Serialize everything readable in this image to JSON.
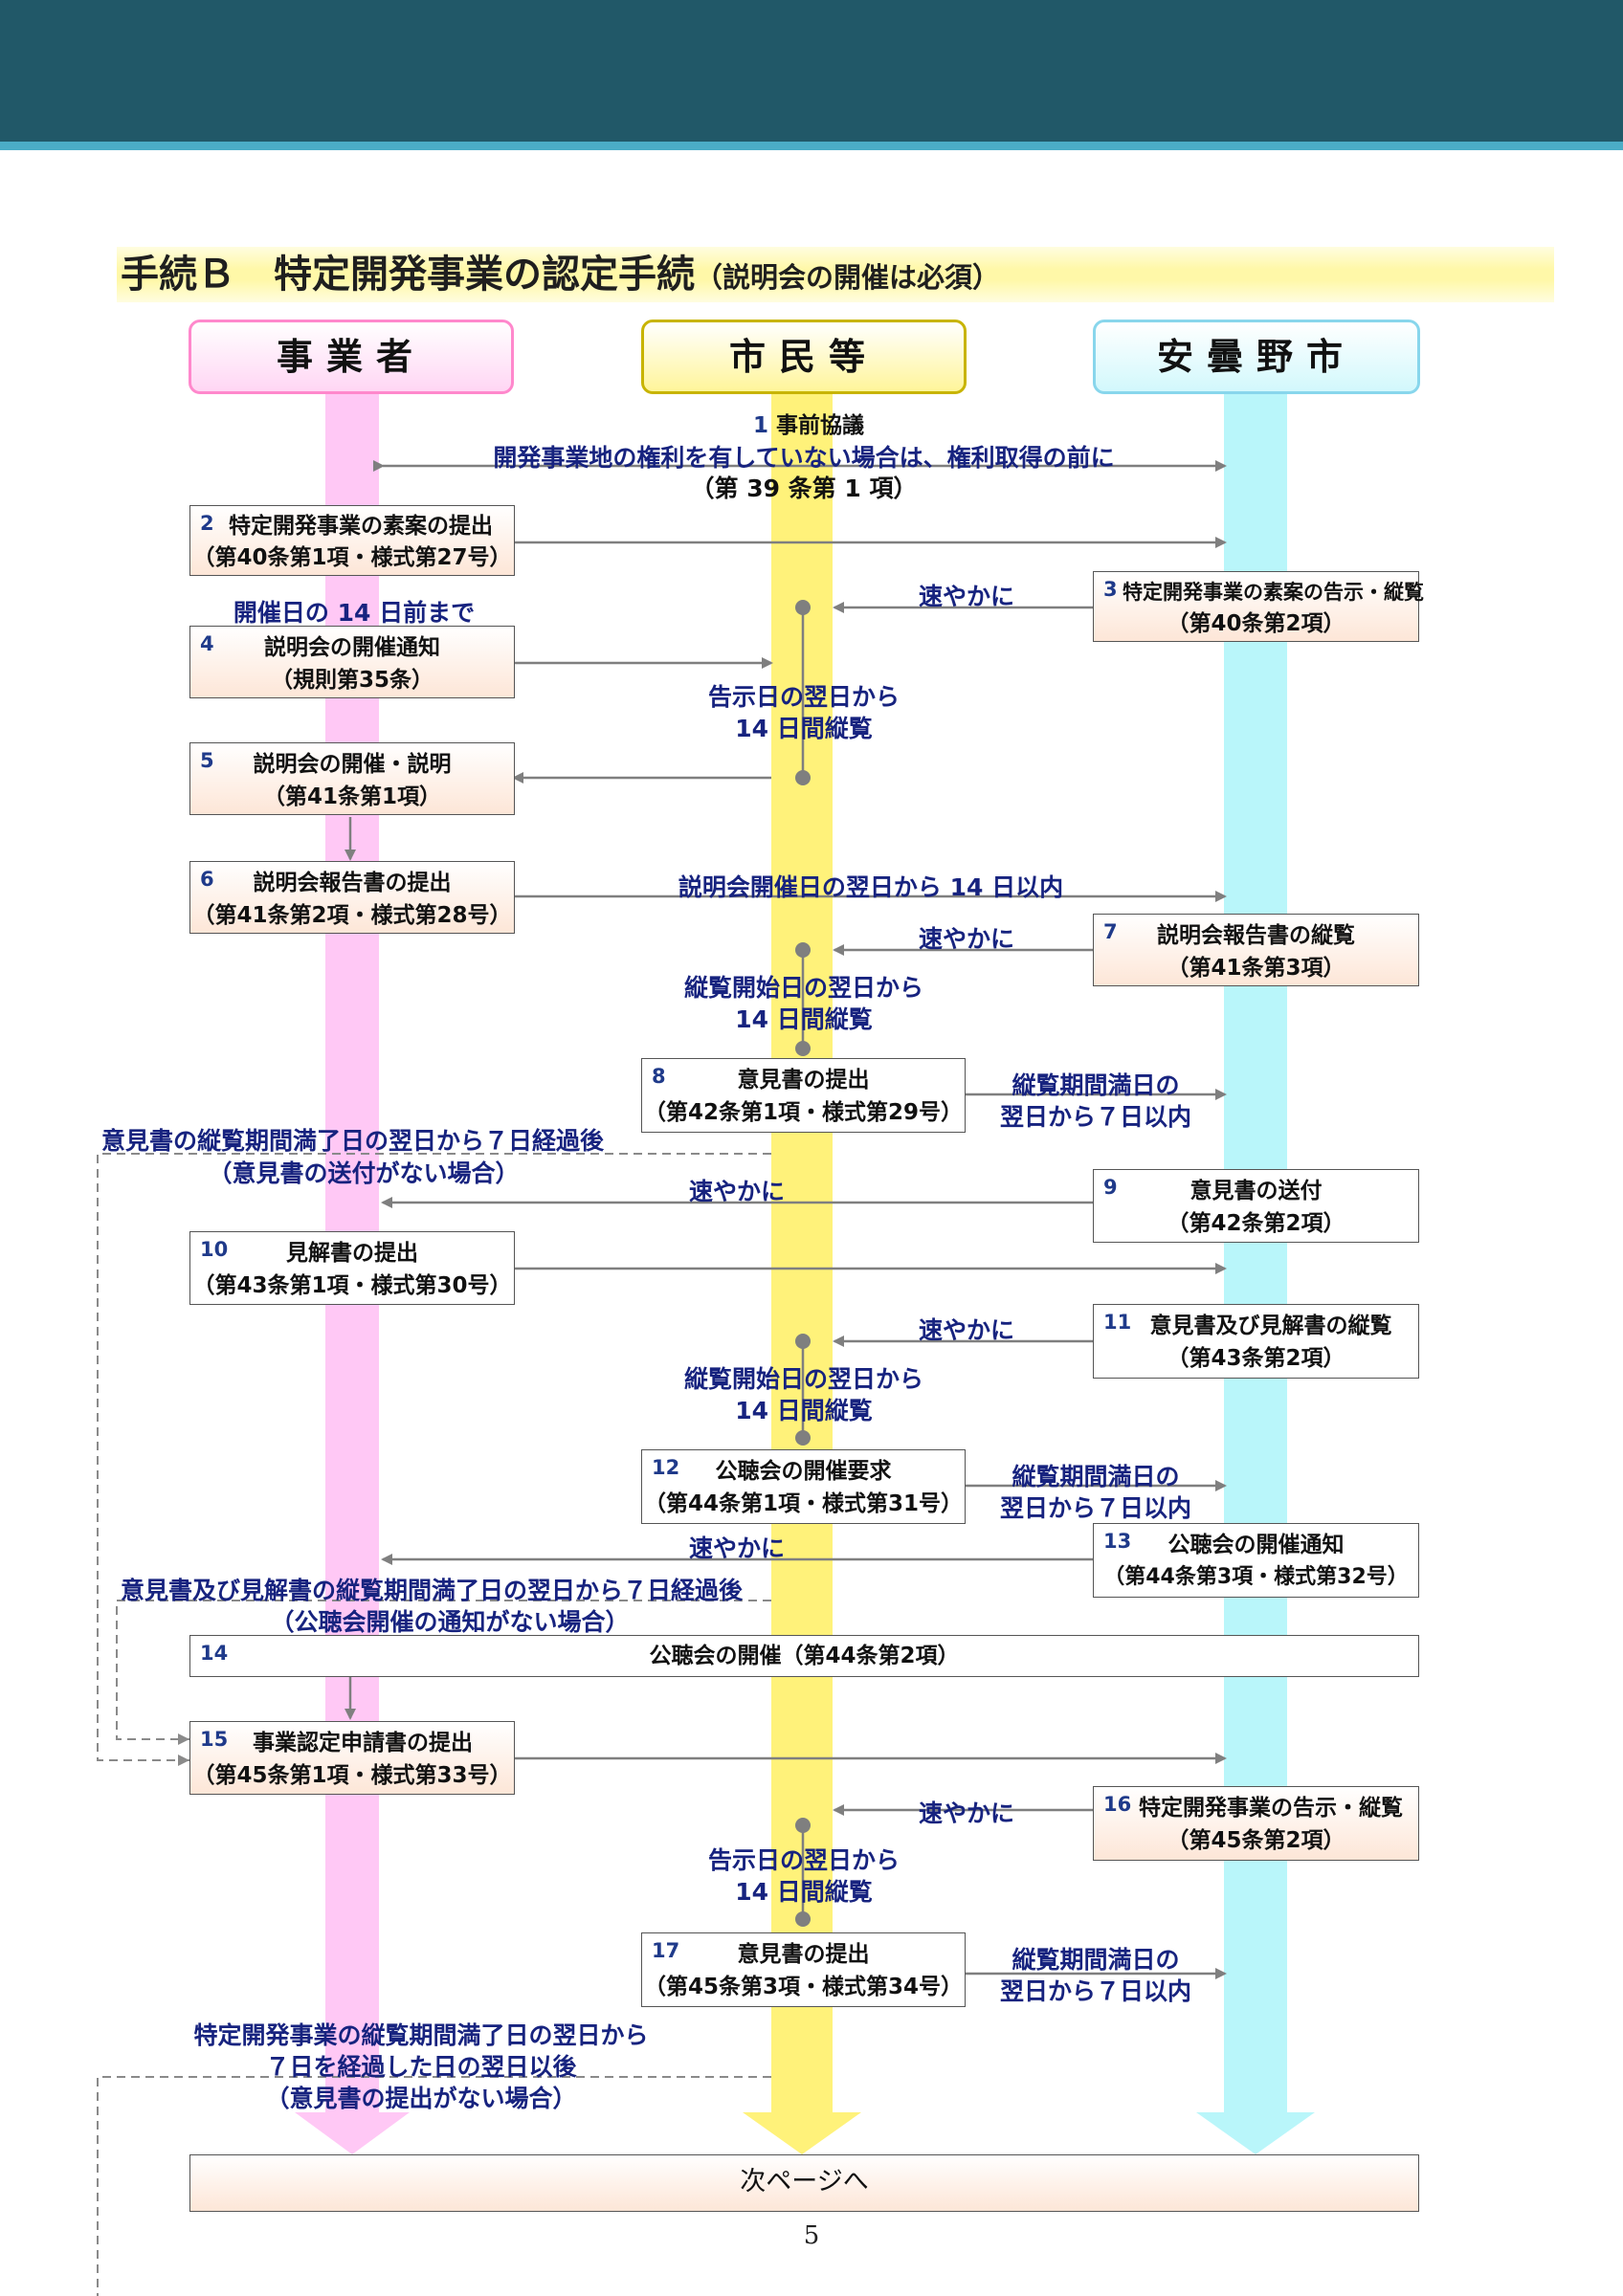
{
  "title": {
    "main": "手続Ｂ　特定開発事業の認定手続",
    "sub": "（説明会の開催は必須）"
  },
  "lanes": {
    "business": "事業者",
    "citizens": "市民等",
    "city": "安曇野市"
  },
  "colors": {
    "header": "#215868",
    "header_line": "#4bacc6",
    "lane_business": "#ffc8f5",
    "lane_citizens": "#fff27a",
    "lane_city": "#b9f6fa",
    "box_fill": "#fde6d7",
    "label_text": "#17237f"
  },
  "steps": [
    {
      "num": "1",
      "lines": [
        "事前協議"
      ]
    },
    {
      "num": "2",
      "lines": [
        "特定開発事業の素案の提出",
        "（第40条第1項・様式第27号）"
      ]
    },
    {
      "num": "3",
      "lines": [
        "特定開発事業の素案の告示・縦覧",
        "（第40条第2項）"
      ]
    },
    {
      "num": "4",
      "lines": [
        "説明会の開催通知",
        "（規則第35条）"
      ]
    },
    {
      "num": "5",
      "lines": [
        "説明会の開催・説明",
        "（第41条第1項）"
      ]
    },
    {
      "num": "6",
      "lines": [
        "説明会報告書の提出",
        "（第41条第2項・様式第28号）"
      ]
    },
    {
      "num": "7",
      "lines": [
        "説明会報告書の縦覧",
        "（第41条第3項）"
      ]
    },
    {
      "num": "8",
      "lines": [
        "意見書の提出",
        "（第42条第1項・様式第29号）"
      ]
    },
    {
      "num": "9",
      "lines": [
        "意見書の送付",
        "（第42条第2項）"
      ]
    },
    {
      "num": "10",
      "lines": [
        "見解書の提出",
        "（第43条第1項・様式第30号）"
      ]
    },
    {
      "num": "11",
      "lines": [
        "意見書及び見解書の縦覧",
        "（第43条第2項）"
      ]
    },
    {
      "num": "12",
      "lines": [
        "公聴会の開催要求",
        "（第44条第1項・様式第31号）"
      ]
    },
    {
      "num": "13",
      "lines": [
        "公聴会の開催通知",
        "（第44条第3項・様式第32号）"
      ]
    },
    {
      "num": "14",
      "lines": [
        "公聴会の開催（第44条第2項）"
      ]
    },
    {
      "num": "15",
      "lines": [
        "事業認定申請書の提出",
        "（第45条第1項・様式第33号）"
      ]
    },
    {
      "num": "16",
      "lines": [
        "特定開発事業の告示・縦覧",
        "（第45条第2項）"
      ]
    },
    {
      "num": "17",
      "lines": [
        "意見書の提出",
        "（第45条第3項・様式第34号）"
      ]
    }
  ],
  "labels": {
    "l1a": "開発事業地の権利を有していない場合は、権利取得の前に",
    "l1b": "（第 39 条第 1 項）",
    "l4pre": "開催日の 14 日前まで",
    "prompt": "速やかに",
    "kokuji14a": "告示日の翌日から",
    "kokuji14b": "14 日間縦覧",
    "setsumei14": "説明会開催日の翌日から 14 日以内",
    "juran14a": "縦覧開始日の翌日から",
    "juran14b": "14 日間縦覧",
    "manryo_a": "縦覧期間満日の",
    "manryo_b": "翌日から７日以内",
    "d1a": "意見書の縦覧期間満了日の翌日から７日経過後",
    "d1b": "（意見書の送付がない場合）",
    "d2a": "意見書及び見解書の縦覧期間満了日の翌日から７日経過後",
    "d2b": "（公聴会開催の通知がない場合）",
    "d3a": "特定開発事業の縦覧期間満了日の翌日から",
    "d3b": "７日を経過した日の翌日以後",
    "d3c": "（意見書の提出がない場合）"
  },
  "next_page": "次ページへ",
  "page_number": "5"
}
